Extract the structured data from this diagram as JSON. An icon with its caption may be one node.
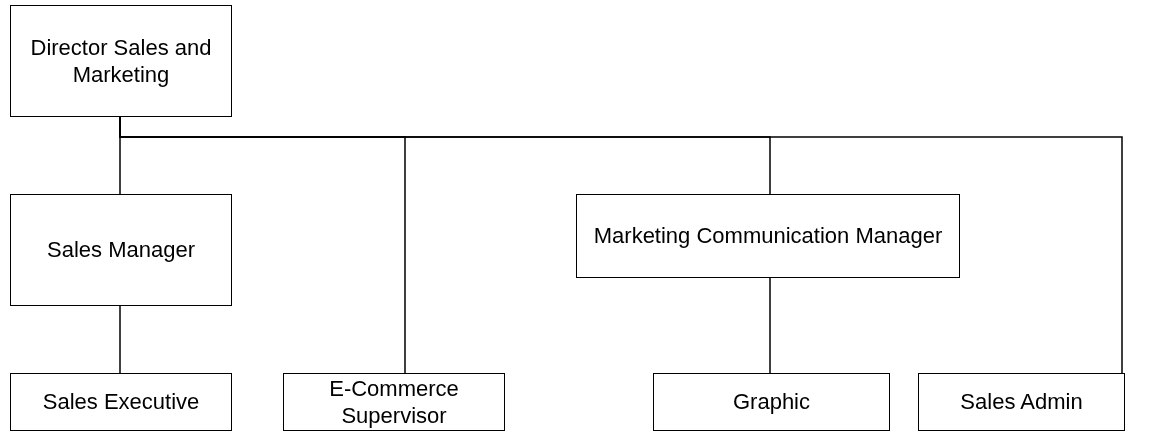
{
  "diagram": {
    "nodes": [
      {
        "text": [
          "Director Sales and Marketing"
        ]
      },
      {
        "text": [
          "Sales Manager"
        ]
      },
      {
        "text": [
          "Marketing Communication Manager"
        ]
      },
      {
        "text": [
          "Sales Executive"
        ]
      },
      {
        "text": [
          "E-Commerce Supervisor"
        ]
      },
      {
        "text": [
          "Graphic"
        ]
      },
      {
        "text": [
          "Sales Admin"
        ]
      }
    ],
    "edges": [
      {
        "from": 0,
        "to": 1,
        "arrow": "none"
      },
      {
        "from": 0,
        "to": 4,
        "arrow": "none"
      },
      {
        "from": 0,
        "to": 2,
        "arrow": "none"
      },
      {
        "from": 0,
        "to": 6,
        "arrow": "none"
      },
      {
        "from": 1,
        "to": 3,
        "arrow": "none"
      },
      {
        "from": 2,
        "to": 5,
        "arrow": "none"
      }
    ]
  }
}
